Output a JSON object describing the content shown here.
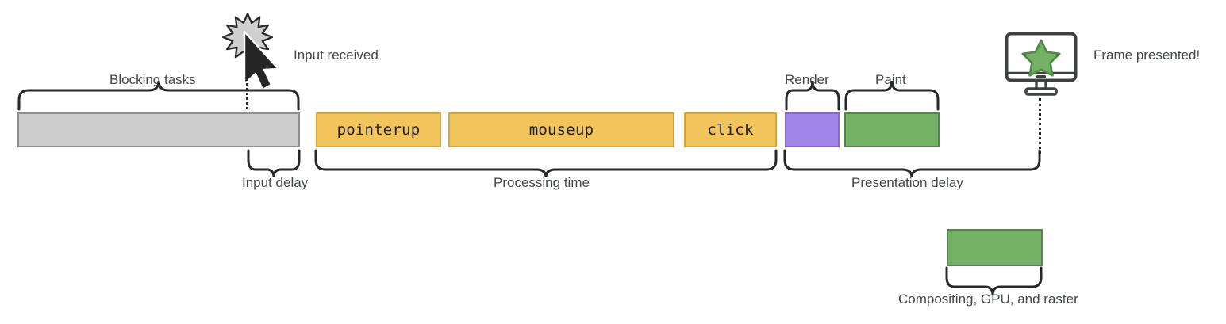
{
  "diagram": {
    "title": "Interaction to Next Paint timeline",
    "colors": {
      "blocking_fill": "#cdcdcd",
      "blocking_stroke": "#8e8e8e",
      "event_fill": "#f2c55c",
      "event_stroke": "#d3a53d",
      "render_fill": "#a084e8",
      "render_stroke": "#8468cf",
      "paint_fill": "#73b265",
      "paint_stroke": "#4e8a45",
      "text": "#43474b",
      "line": "#26282b"
    },
    "top_labels": [
      {
        "id": "blocking-tasks",
        "text": "Blocking tasks"
      },
      {
        "id": "render",
        "text": "Render"
      },
      {
        "id": "paint",
        "text": "Paint"
      }
    ],
    "bottom_labels": [
      {
        "id": "input-delay",
        "text": "Input delay"
      },
      {
        "id": "processing-time",
        "text": "Processing time"
      },
      {
        "id": "presentation-delay",
        "text": "Presentation delay"
      },
      {
        "id": "compositing",
        "text": "Compositing, GPU, and raster"
      }
    ],
    "annotations": [
      {
        "id": "input-received",
        "text": "Input received",
        "icon": "cursor-starburst-icon"
      },
      {
        "id": "frame-presented",
        "text": "Frame presented!",
        "icon": "monitor-star-icon"
      }
    ],
    "bars": [
      {
        "id": "blocking-tasks-bar",
        "label": "",
        "kind": "blocking"
      },
      {
        "id": "pointerup-bar",
        "label": "pointerup",
        "kind": "event"
      },
      {
        "id": "mouseup-bar",
        "label": "mouseup",
        "kind": "event"
      },
      {
        "id": "click-bar",
        "label": "click",
        "kind": "event"
      },
      {
        "id": "render-bar",
        "label": "",
        "kind": "render"
      },
      {
        "id": "paint-bar",
        "label": "",
        "kind": "paint"
      },
      {
        "id": "compositing-bar",
        "label": "",
        "kind": "paint"
      }
    ]
  }
}
